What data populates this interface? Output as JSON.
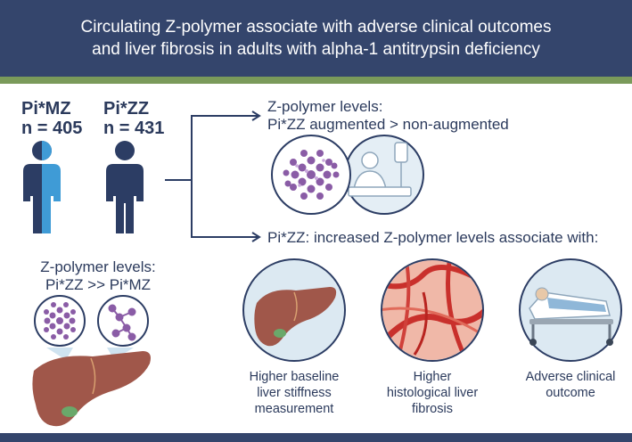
{
  "header": {
    "title_line1": "Circulating Z-polymer associate with adverse clinical outcomes",
    "title_line2": "and liver fibrosis in adults with alpha-1 antitrypsin deficiency"
  },
  "populations": [
    {
      "genotype": "Pi*MZ",
      "n": "n = 405"
    },
    {
      "genotype": "Pi*ZZ",
      "n": "n = 431"
    }
  ],
  "left_finding": {
    "line1": "Z-polymer levels:",
    "line2": "Pi*ZZ >> Pi*MZ"
  },
  "finding1": {
    "line1": "Z-polymer levels:",
    "line2": "Pi*ZZ augmented > non-augmented"
  },
  "finding2": {
    "text": "Pi*ZZ: increased Z-polymer levels associate with:"
  },
  "outcomes": [
    {
      "line1": "Higher baseline",
      "line2": "liver stiffness",
      "line3": "measurement"
    },
    {
      "line1": "Higher",
      "line2": "histological liver",
      "line3": "fibrosis"
    },
    {
      "line1": "Adverse clinical",
      "line2": "outcome"
    }
  ],
  "colors": {
    "navy": "#34456c",
    "green_stripe": "#7a9a5a",
    "light_blue": "#3f9bd6",
    "liver": "#a0574a",
    "fibrosis_red": "#c9302c"
  }
}
